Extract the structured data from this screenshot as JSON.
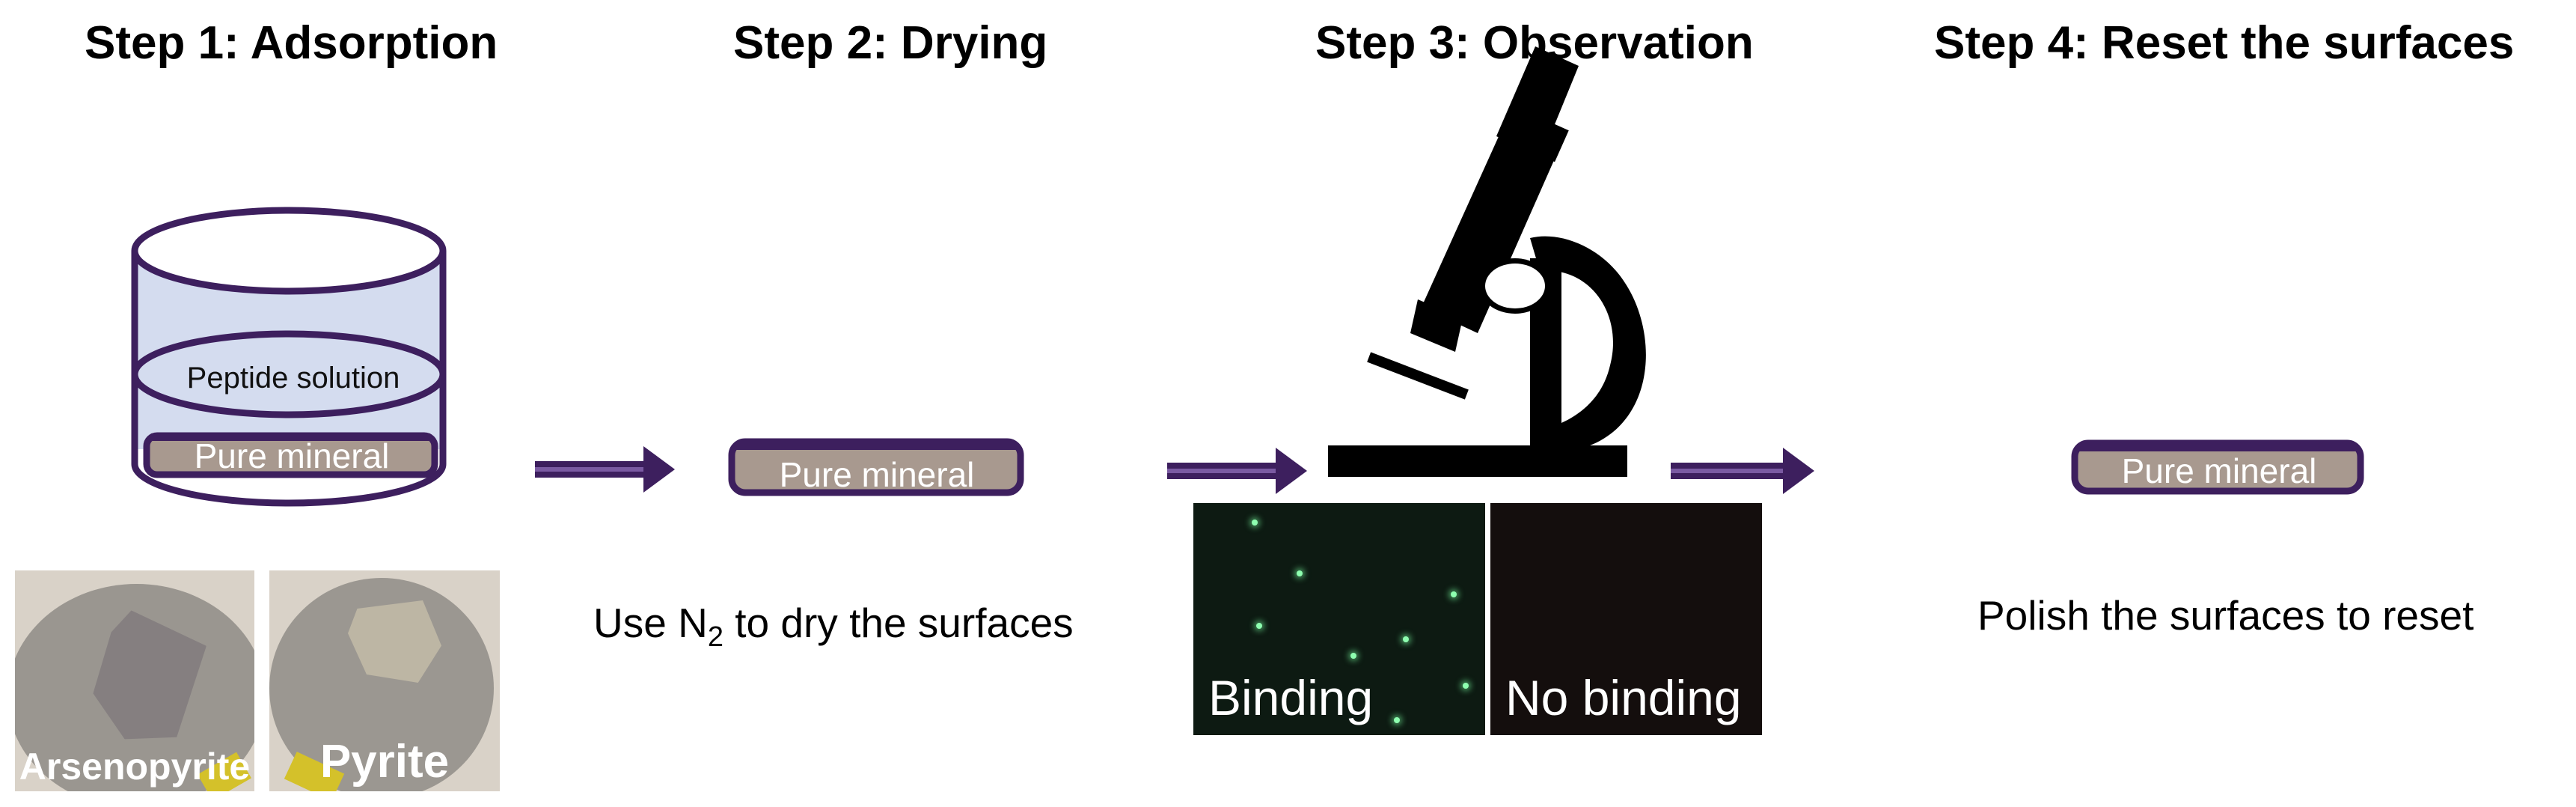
{
  "steps": [
    {
      "title": "Step 1: Adsorption"
    },
    {
      "title": "Step 2: Drying"
    },
    {
      "title": "Step 3: Observation"
    },
    {
      "title": "Step 4: Reset the surfaces"
    }
  ],
  "step1": {
    "solution_label": "Peptide solution",
    "mineral_label": "Pure mineral",
    "photos": [
      {
        "label": "Arsenopyrite"
      },
      {
        "label": "Pyrite"
      }
    ]
  },
  "step2": {
    "mineral_label": "Pure mineral",
    "caption_prefix": "Use N",
    "caption_subscript": "2",
    "caption_suffix": " to dry the surfaces"
  },
  "step3": {
    "panels": [
      {
        "label": "Binding"
      },
      {
        "label": "No binding"
      }
    ]
  },
  "step4": {
    "mineral_label": "Pure mineral",
    "caption": "Polish the surfaces to reset"
  },
  "colors": {
    "outline": "#3d1f5e",
    "mineral_fill": "#a8998f",
    "solution_fill": "#d4dcef",
    "arrow": "#3d1f5e"
  }
}
